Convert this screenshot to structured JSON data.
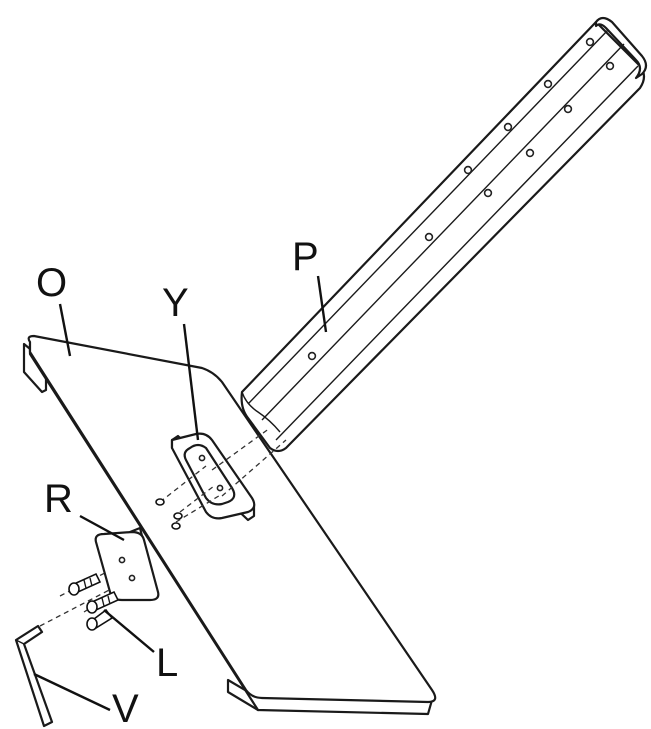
{
  "labels": {
    "O": "O",
    "P": "P",
    "Y": "Y",
    "R": "R",
    "L": "L",
    "V": "V"
  }
}
